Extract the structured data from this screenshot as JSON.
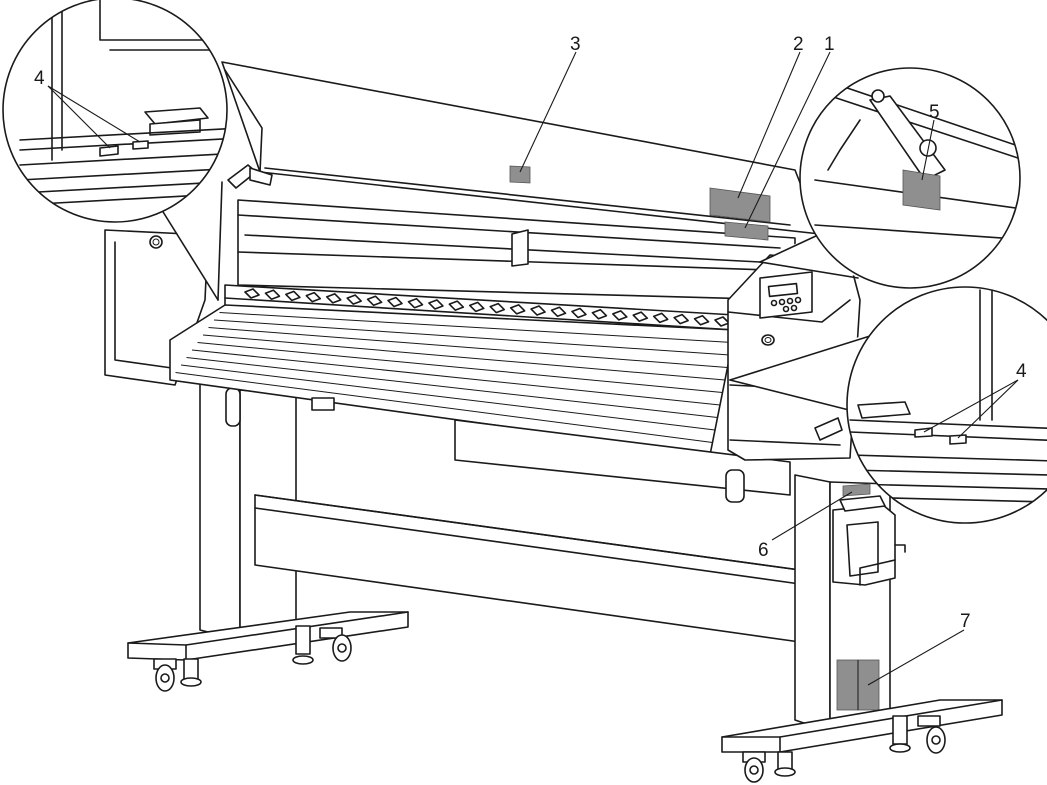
{
  "diagram": {
    "callouts": [
      {
        "id": "1",
        "text": "1"
      },
      {
        "id": "2",
        "text": "2"
      },
      {
        "id": "3",
        "text": "3"
      },
      {
        "id": "4a",
        "text": "4"
      },
      {
        "id": "4b",
        "text": "4"
      },
      {
        "id": "5",
        "text": "5"
      },
      {
        "id": "6",
        "text": "6"
      },
      {
        "id": "7",
        "text": "7"
      }
    ]
  }
}
